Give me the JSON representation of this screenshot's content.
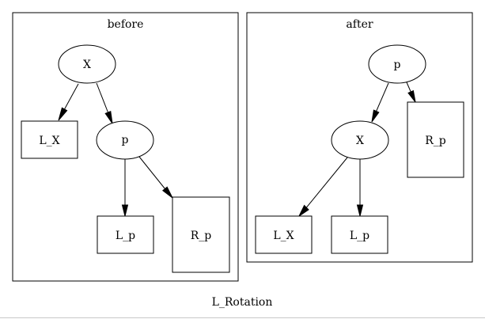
{
  "graph": {
    "label": "L_Rotation"
  },
  "clusters": [
    {
      "id": "before",
      "label": "before",
      "nodes": [
        {
          "id": "X",
          "label": "X",
          "shape": "ellipse"
        },
        {
          "id": "L_X",
          "label": "L_X",
          "shape": "box"
        },
        {
          "id": "p",
          "label": "p",
          "shape": "ellipse"
        },
        {
          "id": "L_p",
          "label": "L_p",
          "shape": "box"
        },
        {
          "id": "R_p",
          "label": "R_p",
          "shape": "box"
        }
      ],
      "edges": [
        {
          "from": "X",
          "to": "L_X"
        },
        {
          "from": "X",
          "to": "p"
        },
        {
          "from": "p",
          "to": "L_p"
        },
        {
          "from": "p",
          "to": "R_p"
        }
      ]
    },
    {
      "id": "after",
      "label": "after",
      "nodes": [
        {
          "id": "p",
          "label": "p",
          "shape": "ellipse"
        },
        {
          "id": "X",
          "label": "X",
          "shape": "ellipse"
        },
        {
          "id": "R_p",
          "label": "R_p",
          "shape": "box"
        },
        {
          "id": "L_X",
          "label": "L_X",
          "shape": "box"
        },
        {
          "id": "L_p",
          "label": "L_p",
          "shape": "box"
        }
      ],
      "edges": [
        {
          "from": "p",
          "to": "X"
        },
        {
          "from": "p",
          "to": "R_p"
        },
        {
          "from": "X",
          "to": "L_X"
        },
        {
          "from": "X",
          "to": "L_p"
        }
      ]
    }
  ]
}
